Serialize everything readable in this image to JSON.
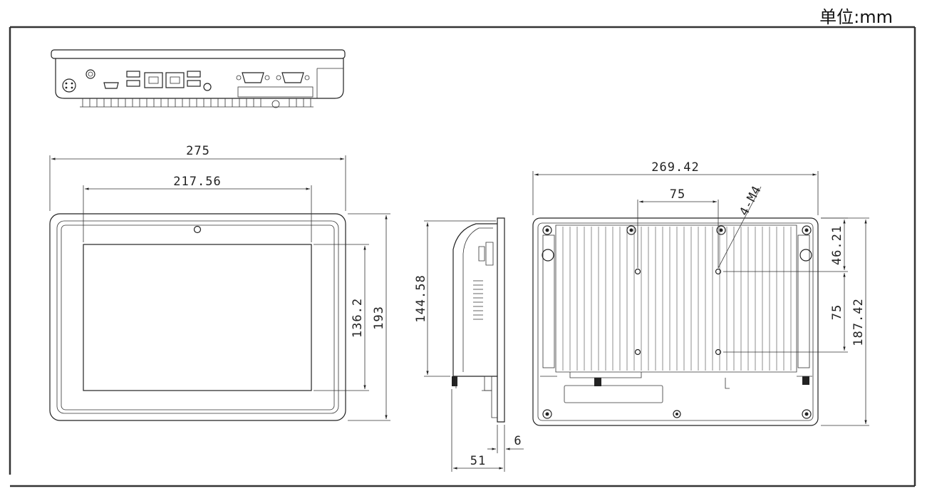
{
  "unit_label": "单位:mm",
  "dimensions": {
    "overall_width": "275",
    "screen_width": "217.56",
    "screen_height": "136.2",
    "overall_height": "193",
    "side_height": "144.58",
    "depth": "51",
    "bezel": "6",
    "back_width": "269.42",
    "vesa_h": "75",
    "mount_label": "4-M4",
    "back_top_offset": "46.21",
    "vesa_v": "75",
    "back_height": "187.42"
  }
}
